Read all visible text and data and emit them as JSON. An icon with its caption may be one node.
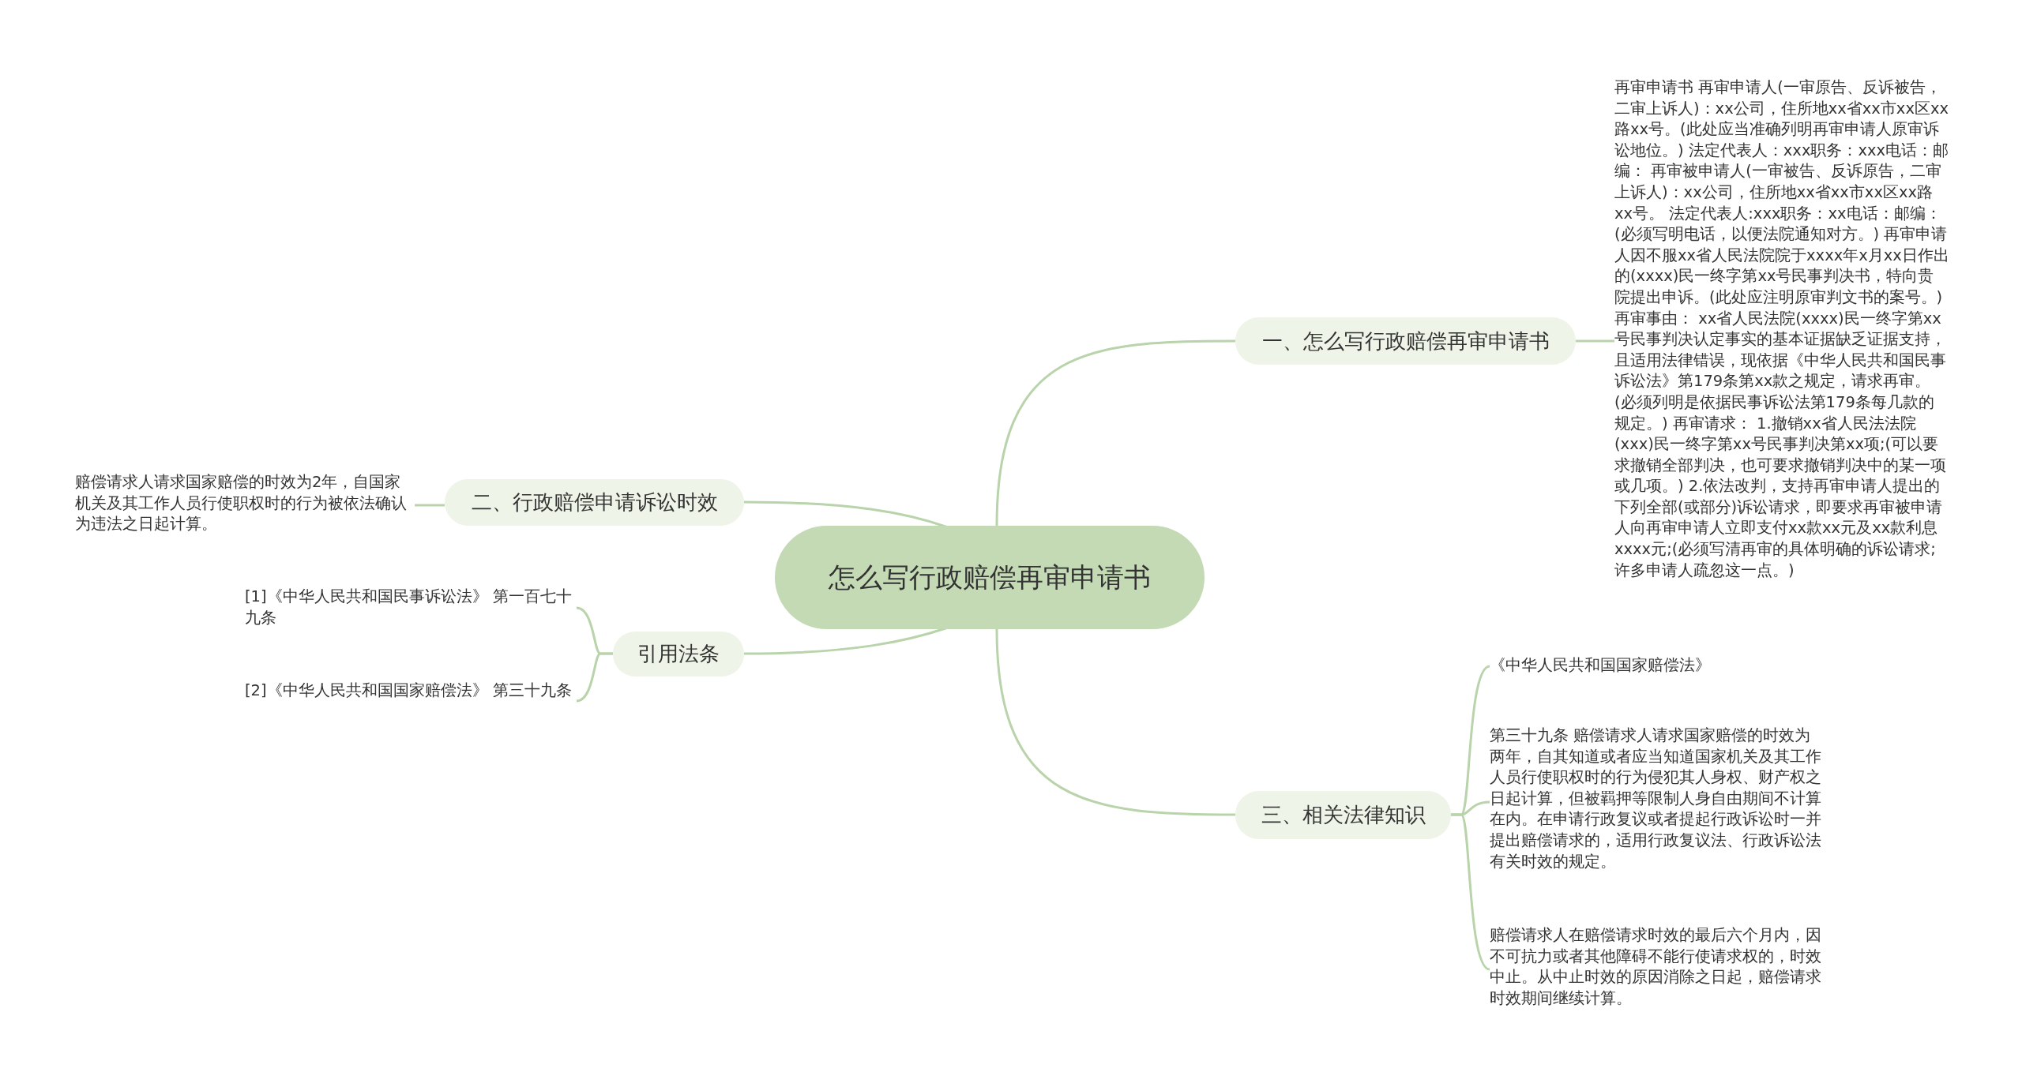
{
  "diagram": {
    "nodes": [
      {
        "text": [
          "怎么写行政赔偿再审申请书"
        ]
      },
      {
        "text": [
          "一、怎么写行政赔偿再审申请书"
        ]
      },
      {
        "text": [
          "再审申请书 再审申请人(一审原告、反诉被告，二审上诉人)：xx公司，住所地xx省xx市xx区xx路xx号。(此处应当准确列明再审申请人原审诉讼地位。) 法定代表人：xxx职务：xxx电话：邮编： 再审被申请人(一审被告、反诉原告，二审上诉人)：xx公司，住所地xx省xx市xx区xx路xx号。 法定代表人:xxx职务：xx电话：邮编：(必须写明电话，以便法院通知对方。) 再审申请人因不服xx省人民法院院于xxxx年x月xx日作出的(xxxx)民一终字第xx号民事判决书，特向贵院提出申诉。(此处应注明原审判文书的案号。) 再审事由： xx省人民法院(xxxx)民一终字第xx号民事判决认定事实的基本证据缺乏证据支持，且适用法律错误，现依据《中华人民共和国民事诉讼法》第179条第xx款之规定，请求再审。(必须列明是依据民事诉讼法第179条每几款的规定。) 再审请求： 1.撤销xx省人民法法院(xxx)民一终字第xx号民事判决第xx项;(可以要求撤销全部判决，也可要求撤销判决中的某一项或几项。) 2.依法改判，支持再审申请人提出的下列全部(或部分)诉讼请求，即要求再审被申请人向再审申请人立即支付xx款xx元及xx款利息xxxx元;(必须写清再审的具体明确的诉讼请求;许多申请人疏忽这一点。)"
        ]
      },
      {
        "text": [
          "二、行政赔偿申请诉讼时效"
        ]
      },
      {
        "text": [
          "赔偿请求人请求国家赔偿的时效为2年，自国家机关及其工作人员行使职权时的行为被依法确认为违法之日起计算。"
        ]
      },
      {
        "text": [
          "引用法条"
        ]
      },
      {
        "text": [
          "[1]《中华人民共和国民事诉讼法》 第一百七十九条"
        ]
      },
      {
        "text": [
          "[2]《中华人民共和国国家赔偿法》 第三十九条"
        ]
      },
      {
        "text": [
          "三、相关法律知识"
        ]
      },
      {
        "text": [
          "《中华人民共和国国家赔偿法》"
        ]
      },
      {
        "text": [
          "第三十九条 赔偿请求人请求国家赔偿的时效为两年，自其知道或者应当知道国家机关及其工作人员行使职权时的行为侵犯其人身权、财产权之日起计算，但被羁押等限制人身自由期间不计算在内。在申请行政复议或者提起行政诉讼时一并提出赔偿请求的，适用行政复议法、行政诉讼法有关时效的规定。"
        ]
      },
      {
        "text": [
          "赔偿请求人在赔偿请求时效的最后六个月内，因不可抗力或者其他障碍不能行使请求权的，时效中止。从中止时效的原因消除之日起，赔偿请求时效期间继续计算。"
        ]
      }
    ],
    "edges": [
      {
        "from": 0,
        "to": 1,
        "arrow": "none"
      },
      {
        "from": 1,
        "to": 2,
        "arrow": "none"
      },
      {
        "from": 0,
        "to": 3,
        "arrow": "none"
      },
      {
        "from": 3,
        "to": 4,
        "arrow": "none"
      },
      {
        "from": 0,
        "to": 5,
        "arrow": "none"
      },
      {
        "from": 5,
        "to": 6,
        "arrow": "none"
      },
      {
        "from": 5,
        "to": 7,
        "arrow": "none"
      },
      {
        "from": 0,
        "to": 8,
        "arrow": "none"
      },
      {
        "from": 8,
        "to": 9,
        "arrow": "none"
      },
      {
        "from": 8,
        "to": 10,
        "arrow": "none"
      },
      {
        "from": 8,
        "to": 11,
        "arrow": "none"
      }
    ]
  }
}
